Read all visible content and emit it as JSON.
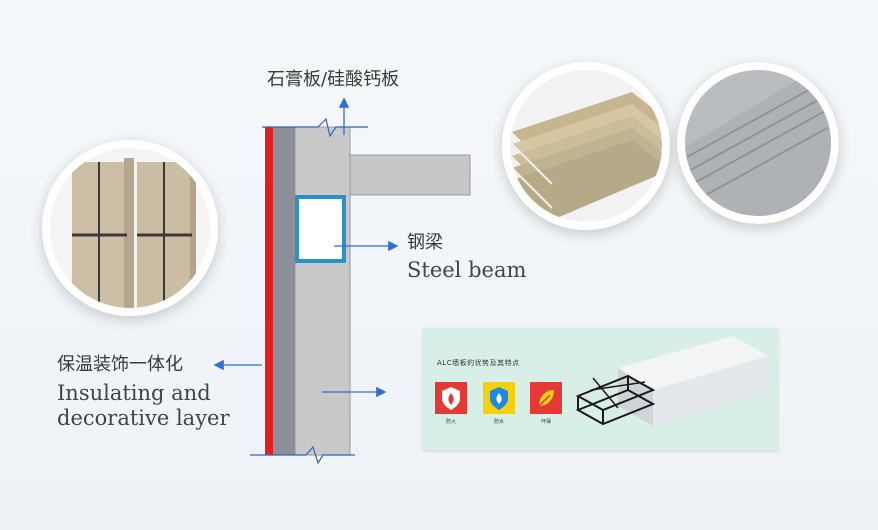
{
  "labels": {
    "board_cn": "石膏板/硅酸钙板",
    "beam_cn": "钢梁",
    "beam_en": "Steel beam",
    "layer_cn": "保温装饰一体化",
    "layer_en_line1": "Insulating and",
    "layer_en_line2": "decorative layer"
  },
  "alc_card": {
    "title": "ALC墙板的优势及其特点",
    "badges": [
      {
        "icon": "fire-shield-icon",
        "label": "防火",
        "color": "#e53935"
      },
      {
        "icon": "water-shield-icon",
        "label": "防水",
        "color": "#1e88e5"
      },
      {
        "icon": "leaf-icon",
        "label": "环保",
        "color": "#e53935"
      }
    ]
  },
  "colors": {
    "red_layer": "#e02020",
    "wall_dark": "#8e8e9a",
    "wall_light": "#c9c9c9",
    "beam_outline": "#2b93c4",
    "arrow": "#2f6fd0"
  }
}
